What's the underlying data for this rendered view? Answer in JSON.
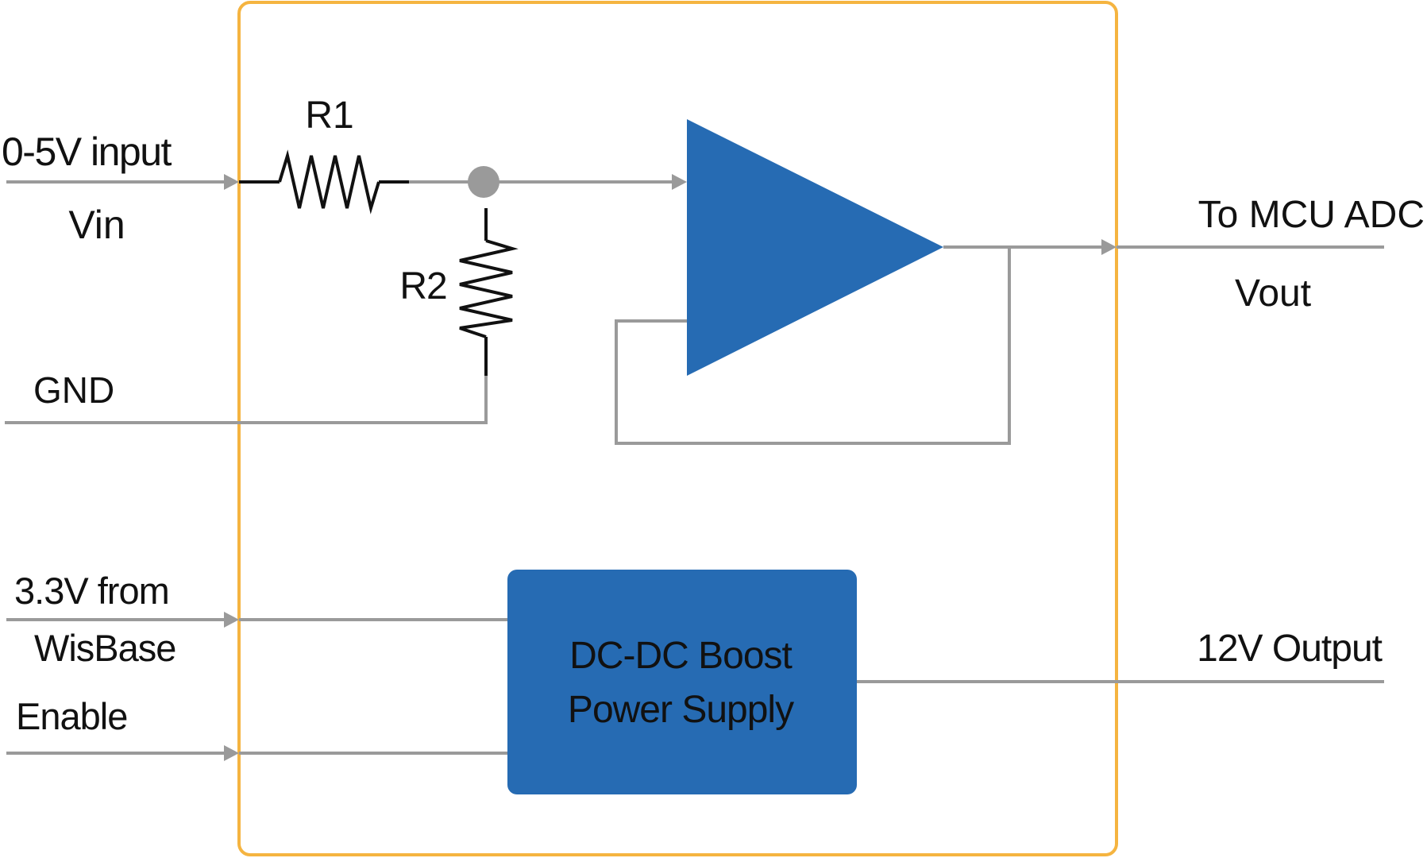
{
  "colors": {
    "module_border": "#F5B440",
    "block_fill": "#266BB3",
    "wire": "#9A9A9A",
    "resistor": "#111111",
    "node": "#9A9A9A",
    "text_dark": "#111111"
  },
  "labels": {
    "input_signal": "0-5V input",
    "input_vin": "Vin",
    "gnd": "GND",
    "supply_line1": "3.3V from",
    "supply_line2": "WisBase",
    "enable": "Enable",
    "output_adc": "To MCU ADC",
    "output_vout": "Vout",
    "output_12v": "12V Output",
    "r1": "R1",
    "r2": "R2",
    "boost_line1": "DC-DC Boost",
    "boost_line2": "Power Supply"
  },
  "icons": {
    "amplifier": "triangle-opamp-icon",
    "resistor": "zigzag-resistor-icon",
    "junction": "circle-node-icon"
  }
}
